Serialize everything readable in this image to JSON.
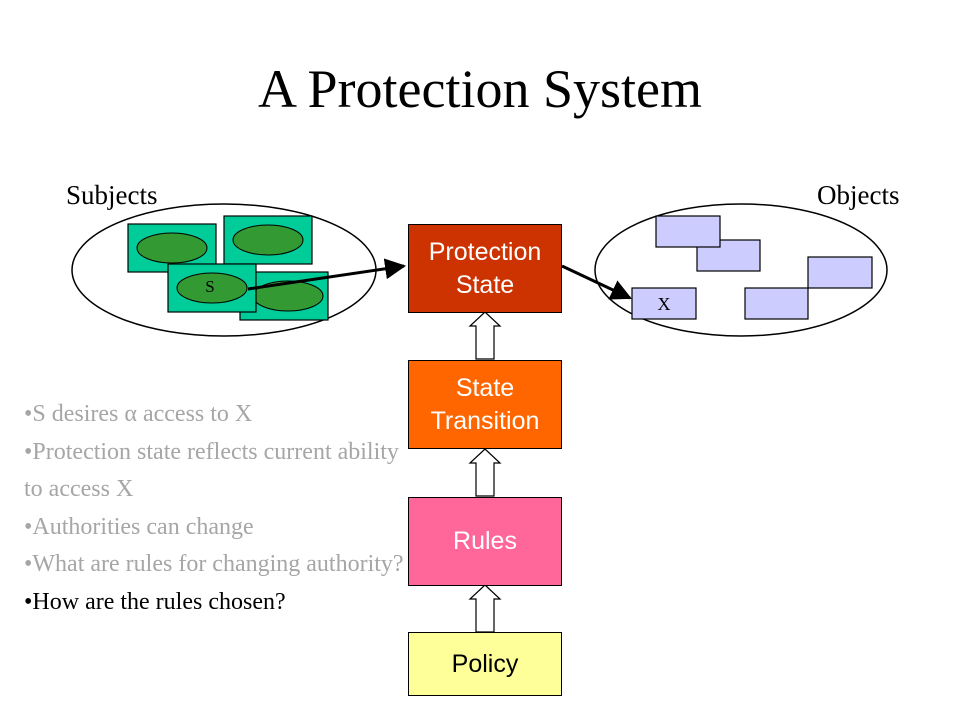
{
  "title": "A Protection System",
  "subjects_label": "Subjects",
  "objects_label": "Objects",
  "subject_s_label": "S",
  "object_x_label": "X",
  "boxes": {
    "protection_state": "Protection\nState",
    "state_transition": "State\nTransition",
    "rules": "Rules",
    "policy": "Policy"
  },
  "bullets": [
    {
      "text": "•S desires α access to X",
      "color": "#a6a6a6"
    },
    {
      "text": "•Protection state reflects current ability to access X",
      "color": "#a6a6a6"
    },
    {
      "text": "•Authorities can change",
      "color": "#a6a6a6"
    },
    {
      "text": "•What are rules for changing authority?",
      "color": "#a6a6a6"
    },
    {
      "text": "•How are the rules chosen?",
      "color": "#000000"
    }
  ],
  "colors": {
    "subject_fill": "#00cc99",
    "subject_oval": "#339933",
    "object_fill": "#ccccff",
    "protection_state": "#cc3300",
    "state_transition": "#ff6600",
    "rules": "#ff6699",
    "policy": "#ffff99"
  }
}
